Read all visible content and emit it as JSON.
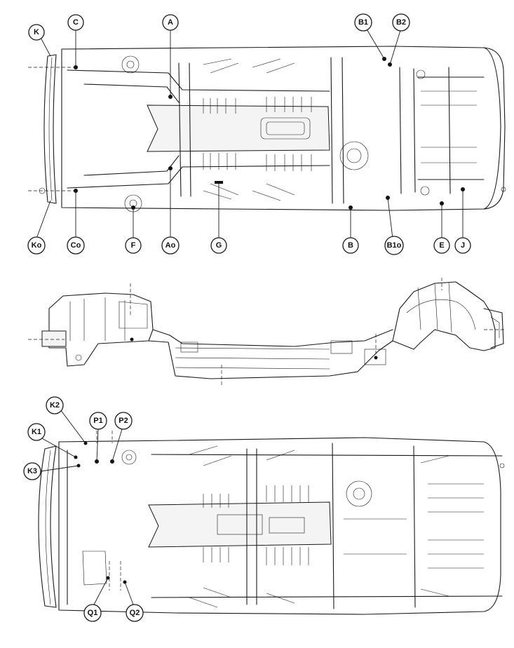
{
  "diagram": {
    "top_view_labels": {
      "K": "K",
      "C": "C",
      "A": "A",
      "B1": "B1",
      "B2": "B2",
      "Ko": "Ko",
      "Co": "Co",
      "F": "F",
      "Ao": "Ao",
      "G": "G",
      "B": "B",
      "B1o": "B1o",
      "E": "E",
      "J": "J"
    },
    "bottom_view_labels": {
      "K2": "K2",
      "P1": "P1",
      "P2": "P2",
      "K1": "K1",
      "K3": "K3",
      "Q1": "Q1",
      "Q2": "Q2"
    }
  }
}
